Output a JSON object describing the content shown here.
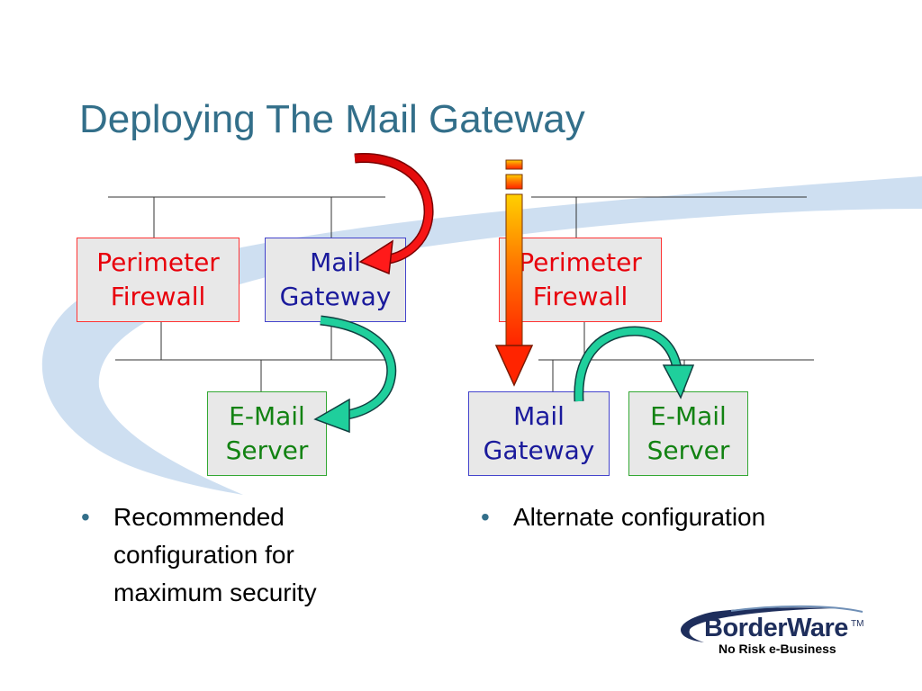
{
  "slide": {
    "title": "Deploying The Mail Gateway"
  },
  "left_config": {
    "firewall": [
      "Perimeter",
      "Firewall"
    ],
    "gateway": [
      "Mail",
      "Gateway"
    ],
    "mail_server": [
      "E-Mail",
      "Server"
    ],
    "bullet": [
      "Recommended",
      "configuration for",
      "maximum security"
    ]
  },
  "right_config": {
    "firewall": [
      "Perimeter",
      "Firewall"
    ],
    "gateway": [
      "Mail",
      "Gateway"
    ],
    "mail_server": [
      "E-Mail",
      "Server"
    ],
    "bullet": [
      "Alternate configuration"
    ]
  },
  "bullet_symbol": "•",
  "logo": {
    "brand": "BorderWare",
    "trademark": "TM",
    "tagline": "No Risk e-Business"
  },
  "colors": {
    "title": "#336f8a",
    "firewall": "#e8000b",
    "gateway": "#1a1a9c",
    "mail_server": "#128212",
    "inbound_arrow": "#ff2a00",
    "internal_arrow": "#1fcf9c",
    "background_swoosh": "#c9dcef"
  }
}
